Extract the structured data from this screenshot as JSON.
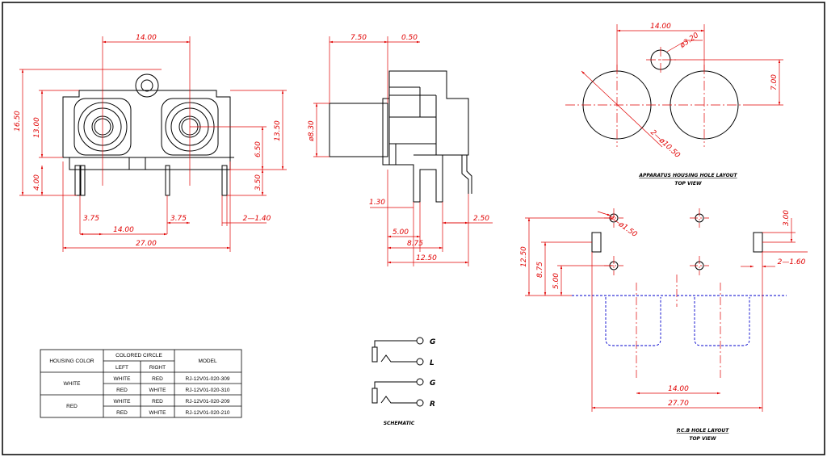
{
  "front_view": {
    "dims": {
      "top_width": "14.00",
      "height_left_outer": "16.50",
      "height_left_inner": "13.00",
      "pin_height_left": "4.00",
      "height_right": "13.50",
      "mid_right": "6.50",
      "pin_height_right": "3.50",
      "offset_left": "3.75",
      "offset_right": "3.75",
      "pin_pitch": "14.00",
      "total_width": "27.00",
      "pin_width": "2—1.40"
    }
  },
  "side_view": {
    "dims": {
      "front_depth": "7.50",
      "flange": "0.50",
      "diameter": "ø8.30",
      "pin_offset": "1.30",
      "pin_a": "5.00",
      "pin_b": "8.75",
      "total_depth": "12.50",
      "pin_right": "2.50"
    }
  },
  "housing_hole": {
    "dims": {
      "width": "14.00",
      "small_hole": "ø3.20",
      "height": "7.00",
      "large_holes": "2—ø10.50"
    },
    "title": "APPARATUS HOUSING HOLE LAYOUT",
    "subtitle": "TOP VIEW"
  },
  "pcb_layout": {
    "dims": {
      "small_holes": "4—ø1.50",
      "hole_spacing": "3.00",
      "total_height": "12.50",
      "mid_height": "8.75",
      "low_height": "5.00",
      "slot_width": "2—1.60",
      "pitch": "14.00",
      "total_width": "27.70"
    },
    "title": "P.C.B HOLE LAYOUT",
    "subtitle": "TOP VIEW"
  },
  "schematic": {
    "labels": [
      "G",
      "L",
      "G",
      "R"
    ],
    "title": "SCHEMATIC"
  },
  "table": {
    "headers": {
      "housing_color": "HOUSING COLOR",
      "colored_circle": "COLORED CIRCLE",
      "left": "LEFT",
      "right": "RIGHT",
      "model": "MODEL"
    },
    "groups": [
      {
        "housing": "WHITE",
        "rows": [
          {
            "left": "WHITE",
            "right": "RED",
            "model": "RJ-12V01-020-309"
          },
          {
            "left": "RED",
            "right": "WHITE",
            "model": "RJ-12V01-020-310"
          }
        ]
      },
      {
        "housing": "RED",
        "rows": [
          {
            "left": "WHITE",
            "right": "RED",
            "model": "RJ-12V01-020-209"
          },
          {
            "left": "RED",
            "right": "WHITE",
            "model": "RJ-12V01-020-210"
          }
        ]
      }
    ]
  },
  "colors": {
    "drawing": "#000000",
    "dimension": "#e00000",
    "hidden": "#0000cc"
  }
}
